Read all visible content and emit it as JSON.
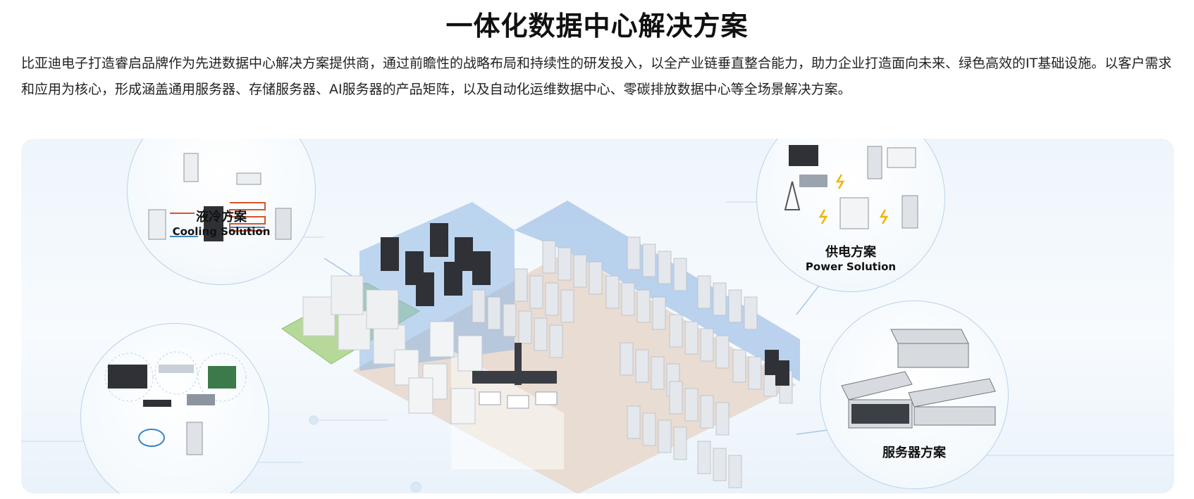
{
  "header": {
    "title": "一体化数据中心解决方案",
    "description": "比亚迪电子打造睿启品牌作为先进数据中心解决方案提供商，通过前瞻性的战略布局和持续性的研发投入，以全产业链垂直整合能力，助力企业打造面向未来、绿色高效的IT基础设施。以客户需求和应用为核心，形成涵盖通用服务器、存储服务器、AI服务器的产品矩阵，以及自动化运维数据中心、零碳排放数据中心等全场景解决方案。"
  },
  "solutions": {
    "cooling": {
      "cn": "液冷方案",
      "en": "Cooling Solution",
      "icon": "cooling-icon"
    },
    "power": {
      "cn": "供电方案",
      "en": "Power Solution",
      "icon": "power-icon"
    },
    "server": {
      "cn": "服务器方案",
      "icon": "server-icon"
    }
  },
  "colors": {
    "panel_bg": "#eef5fb",
    "circle_border": "#b9d3ea",
    "accent_blue": "#6f9fd6",
    "rack_grey": "#dfe3e8",
    "rack_dark": "#2f3136"
  }
}
